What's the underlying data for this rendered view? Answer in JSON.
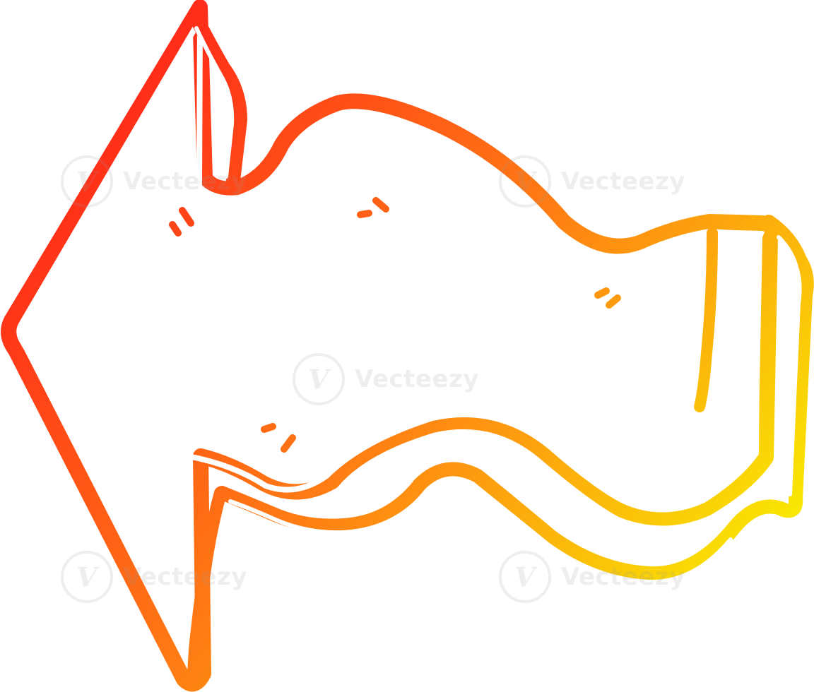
{
  "image": {
    "subject": "cartoon arrow pointing left",
    "gradient": {
      "start_color": "#ff1a1a",
      "mid_color": "#ff7a14",
      "end_color": "#f8f400"
    },
    "background_color": "#ffffff"
  },
  "watermark": {
    "text": "Vecteezy",
    "logo_glyph": "V",
    "color": "#9a9a9a"
  }
}
